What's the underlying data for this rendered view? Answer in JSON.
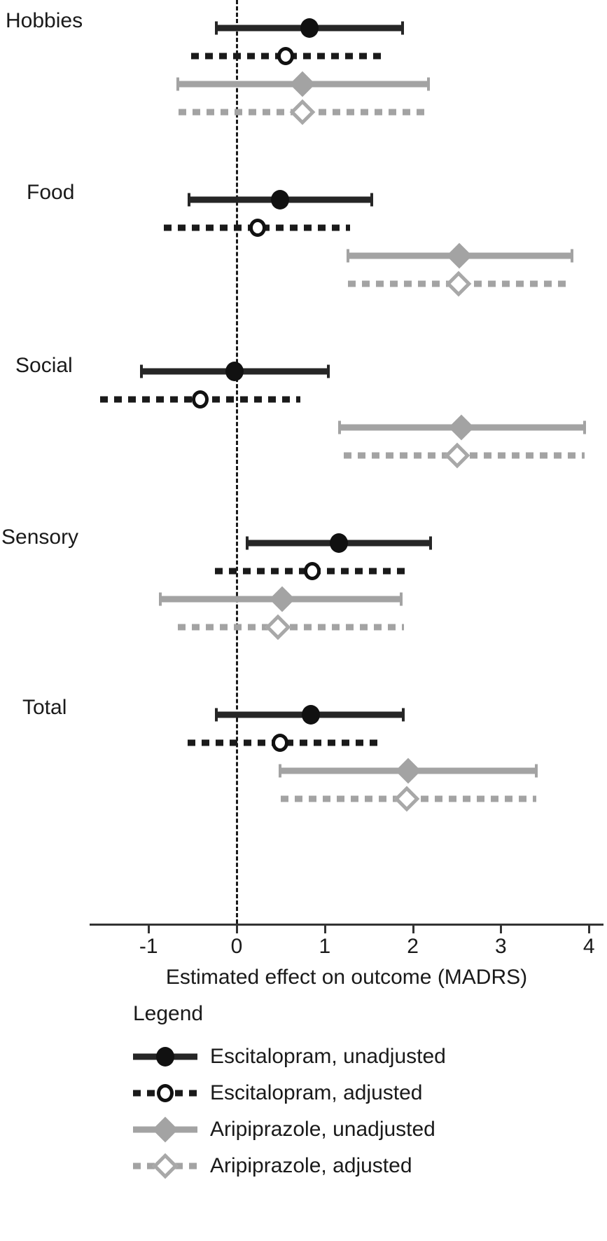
{
  "chart_data": {
    "type": "scatter",
    "title": "",
    "xlabel": "Estimated effect on outcome (MADRS)",
    "ylabel": "",
    "xlim": [
      -1.7,
      4.2
    ],
    "xticks": [
      -1,
      0,
      1,
      2,
      3,
      4
    ],
    "xticklabels": [
      "-1",
      "0",
      "1",
      "2",
      "3",
      "4"
    ],
    "grid": false,
    "reference_line": 0,
    "legend_title": "Legend",
    "legend_position": "bottom",
    "series": [
      {
        "name": "Escitalopram, unadjusted",
        "color": "#262626",
        "linestyle": "solid",
        "marker": "filled-circle"
      },
      {
        "name": "Escitalopram, adjusted",
        "color": "#1a1a1a",
        "linestyle": "dashed",
        "marker": "open-circle"
      },
      {
        "name": "Aripiprazole, unadjusted",
        "color": "#a3a3a3",
        "linestyle": "solid",
        "marker": "filled-diamond"
      },
      {
        "name": "Aripiprazole, adjusted",
        "color": "#a8a8a8",
        "linestyle": "dashed",
        "marker": "open-diamond"
      }
    ],
    "categories": [
      "Hobbies",
      "Food",
      "Social",
      "Sensory",
      "Total"
    ],
    "groups": [
      {
        "label": "Hobbies",
        "estimates": [
          {
            "series": "Escitalopram, unadjusted",
            "estimate": 0.83,
            "ci_low": -0.25,
            "ci_high": 1.9
          },
          {
            "series": "Escitalopram, adjusted",
            "estimate": 0.56,
            "ci_low": -0.52,
            "ci_high": 1.64
          },
          {
            "series": "Aripiprazole, unadjusted",
            "estimate": 0.75,
            "ci_low": -0.68,
            "ci_high": 2.19
          },
          {
            "series": "Aripiprazole, adjusted",
            "estimate": 0.75,
            "ci_low": -0.66,
            "ci_high": 2.17
          }
        ]
      },
      {
        "label": "Food",
        "estimates": [
          {
            "series": "Escitalopram, unadjusted",
            "estimate": 0.49,
            "ci_low": -0.56,
            "ci_high": 1.55
          },
          {
            "series": "Escitalopram, adjusted",
            "estimate": 0.24,
            "ci_low": -0.83,
            "ci_high": 1.29
          },
          {
            "series": "Aripiprazole, unadjusted",
            "estimate": 2.53,
            "ci_low": 1.25,
            "ci_high": 3.82
          },
          {
            "series": "Aripiprazole, adjusted",
            "estimate": 2.52,
            "ci_low": 1.26,
            "ci_high": 3.8
          }
        ]
      },
      {
        "label": "Social",
        "estimates": [
          {
            "series": "Escitalopram, unadjusted",
            "estimate": -0.02,
            "ci_low": -1.1,
            "ci_high": 1.06
          },
          {
            "series": "Escitalopram, adjusted",
            "estimate": -0.41,
            "ci_low": -1.55,
            "ci_high": 0.72
          },
          {
            "series": "Aripiprazole, unadjusted",
            "estimate": 2.55,
            "ci_low": 1.15,
            "ci_high": 3.97
          },
          {
            "series": "Aripiprazole, adjusted",
            "estimate": 2.5,
            "ci_low": 1.22,
            "ci_high": 3.95
          }
        ]
      },
      {
        "label": "Sensory",
        "estimates": [
          {
            "series": "Escitalopram, unadjusted",
            "estimate": 1.16,
            "ci_low": 0.1,
            "ci_high": 2.22
          },
          {
            "series": "Escitalopram, adjusted",
            "estimate": 0.86,
            "ci_low": -0.25,
            "ci_high": 1.96
          },
          {
            "series": "Aripiprazole, unadjusted",
            "estimate": 0.52,
            "ci_low": -0.88,
            "ci_high": 1.88
          },
          {
            "series": "Aripiprazole, adjusted",
            "estimate": 0.47,
            "ci_low": -0.67,
            "ci_high": 1.9
          }
        ]
      },
      {
        "label": "Total",
        "estimates": [
          {
            "series": "Escitalopram, unadjusted",
            "estimate": 0.84,
            "ci_low": -0.25,
            "ci_high": 1.91
          },
          {
            "series": "Escitalopram, adjusted",
            "estimate": 0.49,
            "ci_low": -0.56,
            "ci_high": 1.61
          },
          {
            "series": "Aripiprazole, unadjusted",
            "estimate": 1.95,
            "ci_low": 0.48,
            "ci_high": 3.42
          },
          {
            "series": "Aripiprazole, adjusted",
            "estimate": 1.93,
            "ci_low": 0.5,
            "ci_high": 3.4
          }
        ]
      }
    ]
  },
  "axis": {
    "title": "Estimated effect on outcome (MADRS)",
    "tick_labels": [
      "-1",
      "0",
      "1",
      "2",
      "3",
      "4"
    ]
  },
  "group_labels": {
    "hobbies": "Hobbies",
    "food": "Food",
    "social": "Social",
    "sensory": "Sensory",
    "total": "Total"
  },
  "legend": {
    "title": "Legend",
    "items": [
      {
        "label": "Escitalopram, unadjusted"
      },
      {
        "label": "Escitalopram, adjusted"
      },
      {
        "label": "Aripiprazole, unadjusted"
      },
      {
        "label": "Aripiprazole, adjusted"
      }
    ]
  },
  "colors": {
    "escitalopram": "#1a1a1a",
    "aripiprazole": "#a3a3a3",
    "axis": "#333333"
  }
}
